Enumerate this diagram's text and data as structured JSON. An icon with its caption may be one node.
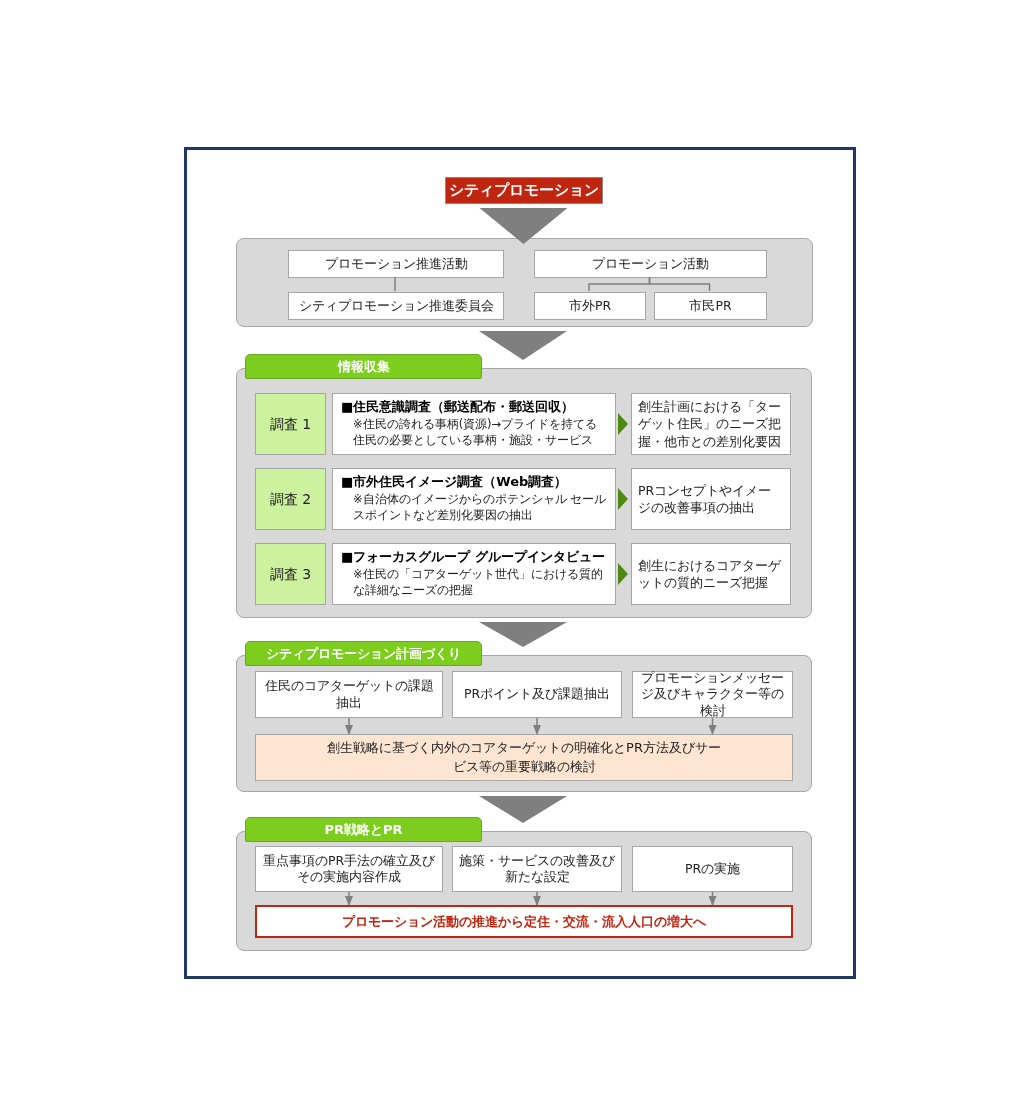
{
  "diagram": {
    "nodes": [
      {
        "text": [
          "シティプロモーション"
        ]
      },
      {
        "text": [],
        "shape": "box"
      },
      {
        "text": [
          "プロモーション推進活動"
        ],
        "in": 1
      },
      {
        "text": [
          "シティプロモーション推進委員会"
        ],
        "in": 1
      },
      {
        "text": [
          "プロモーション活動"
        ],
        "in": 1
      },
      {
        "text": [
          "市外PR"
        ],
        "in": 1
      },
      {
        "text": [
          "市民PR"
        ],
        "in": 1
      },
      {
        "text": [
          "情報収集"
        ]
      },
      {
        "text": [
          "調査 1"
        ],
        "in": 7
      },
      {
        "text": [
          "■住民意識調査（郵送配布・郵送回収）",
          "※住民の誇れる事柄(資源)→プライドを持てる住民の必要としている事柄・施設・サービス"
        ],
        "in": 7
      },
      {
        "text": [
          "創生計画における「ターゲット住民」のニーズ把握・他市との差別化要因"
        ],
        "in": 7
      },
      {
        "text": [
          "調査 2"
        ],
        "in": 7
      },
      {
        "text": [
          "■市外住民イメージ調査（Web調査）",
          "※自治体のイメージからのポテンシャル セールスポイントなど差別化要因の抽出"
        ],
        "in": 7
      },
      {
        "text": [
          "PRコンセプトやイメージの改善事項の抽出"
        ],
        "in": 7
      },
      {
        "text": [
          "調査 3"
        ],
        "in": 7
      },
      {
        "text": [
          "■フォーカスグループ グループインタビュー",
          "※住民の「コアターゲット世代」における質的な詳細なニーズの把握"
        ],
        "in": 7
      },
      {
        "text": [
          "創生におけるコアターゲットの質的ニーズ把握"
        ],
        "in": 7
      },
      {
        "text": [
          "シティプロモーション計画づくり"
        ]
      },
      {
        "text": [
          "住民のコアターゲットの課題抽出"
        ],
        "in": 17
      },
      {
        "text": [
          "PRポイント及び課題抽出"
        ],
        "in": 17
      },
      {
        "text": [
          "プロモーションメッセージ及びキャラクター等の検討"
        ],
        "in": 17
      },
      {
        "text": [
          "創生戦略に基づく内外のコアターゲットの明確化とPR方法及びサービス等の重要戦略の検討"
        ],
        "in": 17
      },
      {
        "text": [
          "PR戦略とPR"
        ]
      },
      {
        "text": [
          "重点事項のPR手法の確立及びその実施内容作成"
        ],
        "in": 22
      },
      {
        "text": [
          "施策・サービスの改善及び新たな設定"
        ],
        "in": 22
      },
      {
        "text": [
          "PRの実施"
        ],
        "in": 22
      },
      {
        "text": [
          "プロモーション活動の推進から定住・交流・流入人口の増大へ"
        ],
        "in": 22
      }
    ],
    "edges": [
      {
        "from": 0,
        "to": 1,
        "arrow": "to",
        "style": "thick"
      },
      {
        "from": 2,
        "to": 3,
        "arrow": "none"
      },
      {
        "from": 4,
        "to": 5,
        "arrow": "none"
      },
      {
        "from": 4,
        "to": 6,
        "arrow": "none"
      },
      {
        "from": 1,
        "to": 7,
        "arrow": "to",
        "style": "thick"
      },
      {
        "from": 9,
        "to": 10,
        "arrow": "to",
        "style": "thick",
        "color": "#4f8a10"
      },
      {
        "from": 12,
        "to": 13,
        "arrow": "to",
        "style": "thick",
        "color": "#4f8a10"
      },
      {
        "from": 15,
        "to": 16,
        "arrow": "to",
        "style": "thick",
        "color": "#4f8a10"
      },
      {
        "from": 7,
        "to": 17,
        "arrow": "to",
        "style": "thick"
      },
      {
        "from": 18,
        "to": 21,
        "arrow": "to"
      },
      {
        "from": 19,
        "to": 21,
        "arrow": "to"
      },
      {
        "from": 20,
        "to": 21,
        "arrow": "to"
      },
      {
        "from": 17,
        "to": 22,
        "arrow": "to",
        "style": "thick"
      },
      {
        "from": 23,
        "to": 26,
        "arrow": "to"
      },
      {
        "from": 24,
        "to": 26,
        "arrow": "to"
      },
      {
        "from": 25,
        "to": 26,
        "arrow": "to"
      }
    ]
  }
}
